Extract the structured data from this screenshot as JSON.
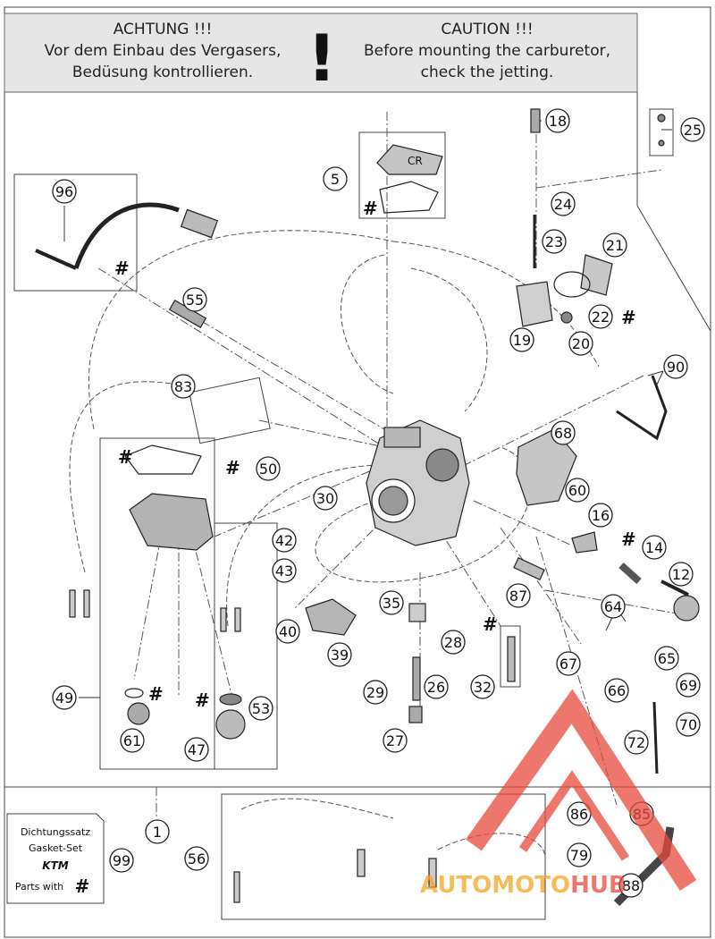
{
  "caution": {
    "de_title": "ACHTUNG !!!",
    "de_line1": "Vor dem Einbau des Vergasers,",
    "de_line2": "Bedüsung kontrollieren.",
    "exclamation": "!",
    "en_title": "CAUTION !!!",
    "en_line1": "Before mounting the carburetor,",
    "en_line2": "check the jetting."
  },
  "callouts": [
    "96",
    "55",
    "83",
    "50",
    "49",
    "61",
    "47",
    "53",
    "30",
    "42",
    "43",
    "40",
    "39",
    "35",
    "29",
    "28",
    "26",
    "27",
    "32",
    "87",
    "5",
    "18",
    "24",
    "25",
    "23",
    "21",
    "22",
    "19",
    "20",
    "90",
    "68",
    "60",
    "16",
    "14",
    "12",
    "64",
    "67",
    "65",
    "66",
    "69",
    "70",
    "72",
    "1",
    "56",
    "99",
    "86",
    "85",
    "79",
    "88"
  ],
  "hash_symbol": "#",
  "gasket_kit": {
    "line1": "Dichtungssatz",
    "line2": "Gasket-Set",
    "brand": "KTM",
    "line3": "Parts with",
    "symbol": "#"
  },
  "carb_label": "CR",
  "watermark": {
    "part1": "AUTOMOTO",
    "part2": "HUB",
    "color_primary": "#e84a3c",
    "color_secondary": "#f5a623"
  }
}
